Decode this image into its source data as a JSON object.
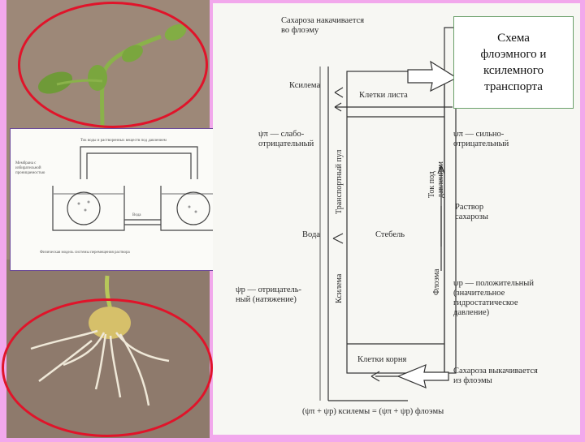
{
  "title": "Схема\nфлоэмного и\nксилемного\nтранспорта",
  "diagram": {
    "sucrose_loaded": "Сахароза накачивается\nво флоэму",
    "xylem_top": "Ксилема",
    "leaf_cells": "Клетки листа",
    "psi_pi_weak": "ψπ — слабо-\nотрицательный",
    "psi_pi_strong": "ψπ — сильно-\nотрицательный",
    "transport_pool": "Транспортный пул",
    "pressure_flow": "Ток под\nдавлением",
    "sucrose_solution": "Раствор\nсахарозы",
    "water": "Вода",
    "stem": "Стебель",
    "xylem_side": "Ксилема",
    "phloem_side": "Флоэма",
    "psi_p_negative": "ψp — отрицатель-\nный (натяжение)",
    "psi_p_positive": "ψp — положительный\n(значительное\nгидростатическое\nдавление)",
    "root_cells": "Клетки корня",
    "sucrose_unloaded": "Сахароза выкачивается\nиз флоэмы",
    "equation": "(ψπ + ψp) ксилемы = (ψπ + ψp) флоэмы"
  },
  "inset": {
    "top_label": "Ток воды и растворенных веществ под давлением",
    "left_label": "Мембрана с избирательной проницаемостью",
    "bottom_label": "Физическая модель системы перемещения раствора",
    "water": "Вода"
  },
  "colors": {
    "background": "#f2a8ec",
    "ellipse": "#e0142a",
    "title_border": "#6aa06a"
  }
}
